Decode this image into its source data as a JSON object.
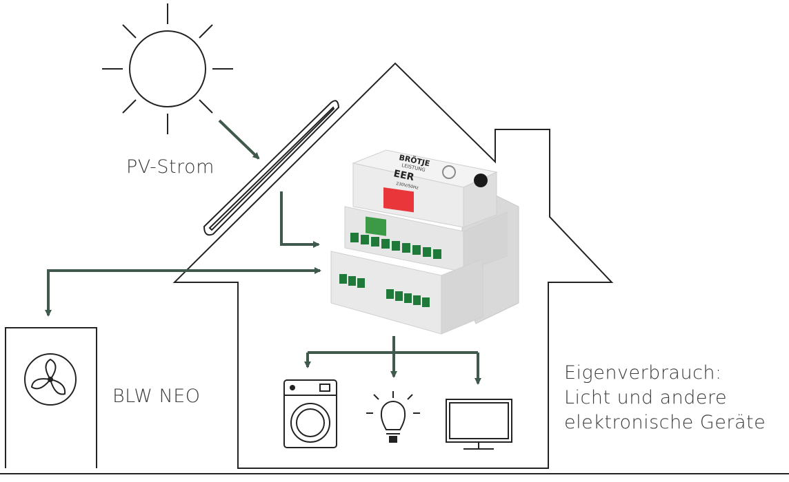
{
  "labels": {
    "pv": "PV-Strom",
    "blw": "BLW NEO",
    "eigenverbrauch": [
      "Eigenverbrauch:",
      "Licht und andere",
      "elektronische Geräte"
    ]
  },
  "device": {
    "brand": "BRÖTJE",
    "subtitle": "LEISTUNG",
    "model": "EER",
    "rating": "230V/50Hz"
  },
  "colors": {
    "outline": "#222222",
    "arrow": "#3f5a4d",
    "device_body": "#eeeeee",
    "display": "#e8363b",
    "terminal": "#1f7a3a",
    "green_block": "#3c9a47"
  }
}
